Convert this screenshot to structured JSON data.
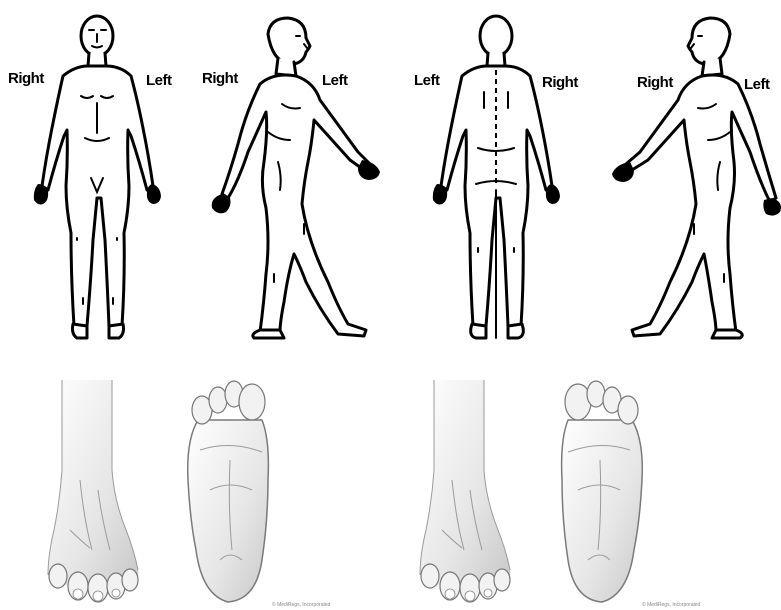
{
  "figures": [
    {
      "view": "front",
      "left_label": "Right",
      "right_label": "Left"
    },
    {
      "view": "side-right",
      "left_label": "Right",
      "right_label": "Left"
    },
    {
      "view": "back",
      "left_label": "Left",
      "right_label": "Right"
    },
    {
      "view": "side-left",
      "left_label": "Right",
      "right_label": "Left"
    }
  ],
  "feet": {
    "credit_left": "© MediRegs, Incorporated",
    "credit_right": "© MediRegs, Incorporated"
  }
}
